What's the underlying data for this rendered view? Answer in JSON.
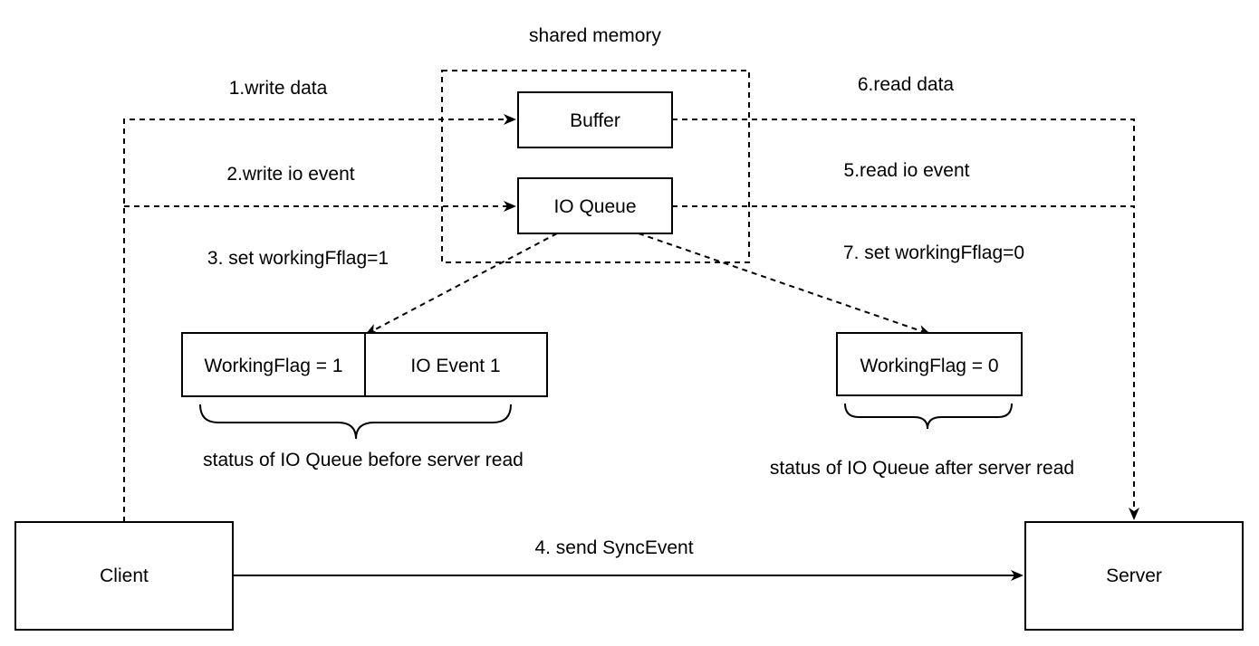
{
  "shared_memory": {
    "label": "shared memory"
  },
  "nodes": {
    "buffer": "Buffer",
    "io_queue": "IO Queue",
    "client": "Client",
    "server": "Server",
    "working_flag_1": "WorkingFlag = 1",
    "io_event_1": "IO Event 1",
    "working_flag_0": "WorkingFlag = 0"
  },
  "steps": {
    "step1": "1.write data",
    "step2": "2.write io event",
    "step3": "3. set workingFflag=1",
    "step4": "4. send SyncEvent",
    "step5": "5.read io event",
    "step6": "6.read data",
    "step7": "7. set workingFflag=0"
  },
  "captions": {
    "before": "status of IO Queue before server read",
    "after": "status of IO Queue after server read"
  }
}
